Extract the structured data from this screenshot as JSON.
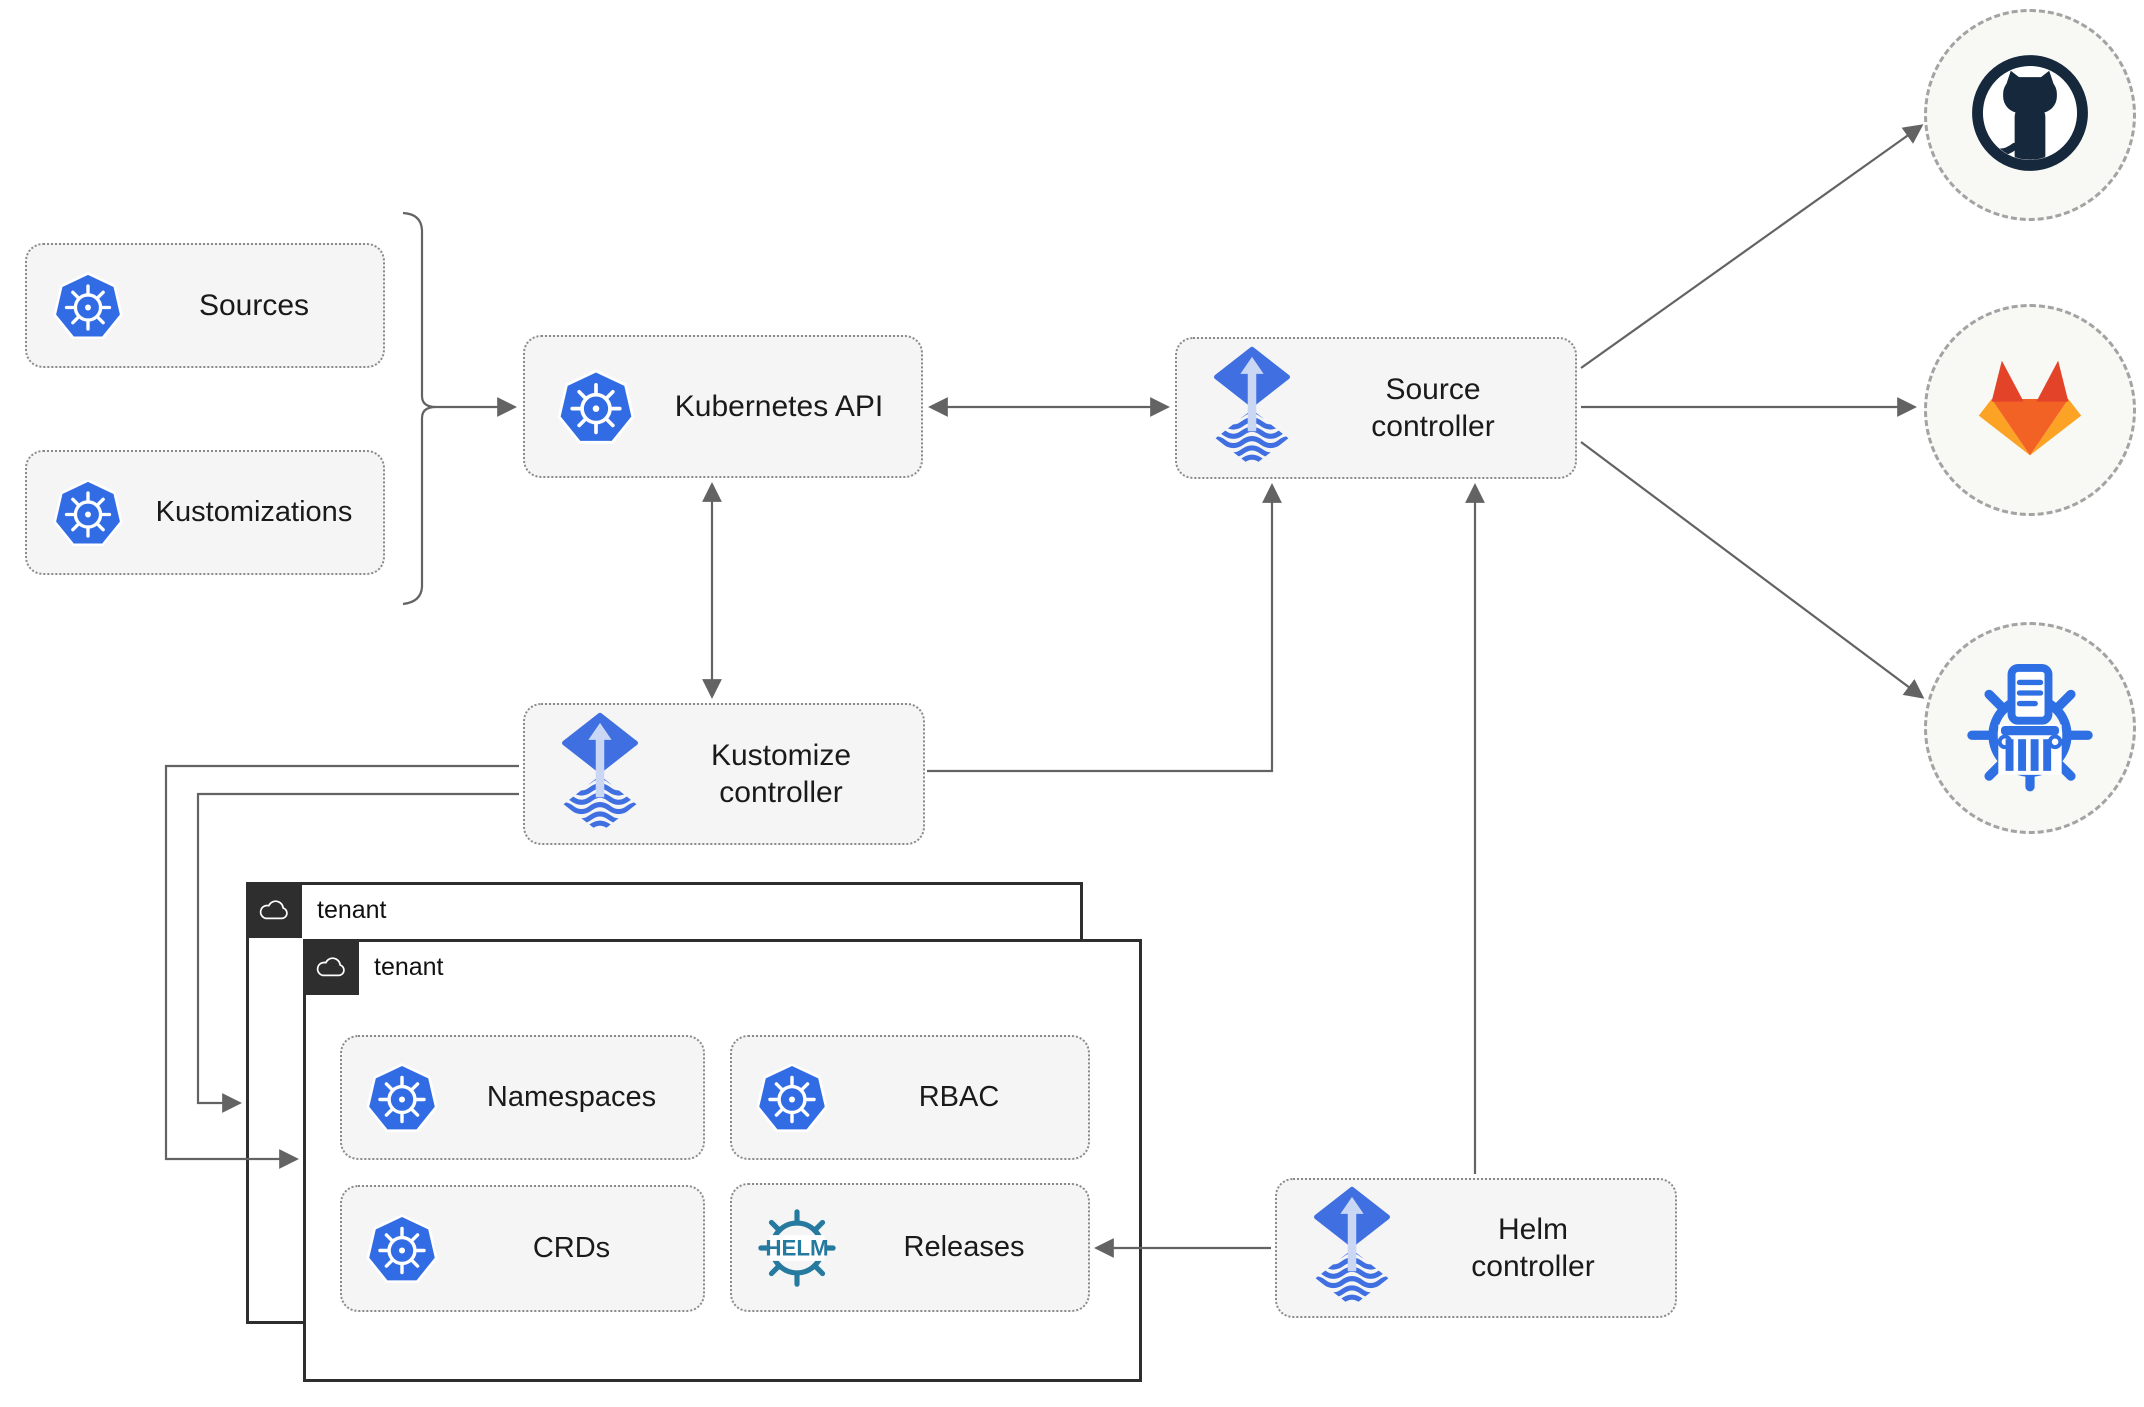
{
  "nodes": {
    "sources": {
      "label": "Sources",
      "icon": "kubernetes-icon"
    },
    "kustomizations": {
      "label": "Kustomizations",
      "icon": "kubernetes-icon"
    },
    "kubernetes_api": {
      "label": "Kubernetes API",
      "icon": "kubernetes-icon"
    },
    "source_controller": {
      "label": "Source controller",
      "icon": "flux-icon"
    },
    "kustomize_controller": {
      "label": "Kustomize controller",
      "icon": "flux-icon"
    },
    "helm_controller": {
      "label": "Helm controller",
      "icon": "flux-icon"
    }
  },
  "tenants": {
    "back": {
      "label": "tenant"
    },
    "front": {
      "label": "tenant"
    }
  },
  "tenant_items": {
    "namespaces": {
      "label": "Namespaces",
      "icon": "kubernetes-icon"
    },
    "rbac": {
      "label": "RBAC",
      "icon": "kubernetes-icon"
    },
    "crds": {
      "label": "CRDs",
      "icon": "kubernetes-icon"
    },
    "releases": {
      "label": "Releases",
      "icon": "helm-icon",
      "icon_text": "HELM"
    }
  },
  "remotes": {
    "github": {
      "icon": "github-icon"
    },
    "gitlab": {
      "icon": "gitlab-icon"
    },
    "helm_repository": {
      "icon": "helm-repository-icon"
    }
  },
  "colors": {
    "k8s-blue": "#326ce5",
    "flux-blue": "#3f6fe0",
    "flux-arrow": "#c9d7f4",
    "helm-teal": "#277a9f",
    "github-dark": "#16283c",
    "gitlab-red": "#e24329",
    "gitlab-orange": "#f16224",
    "gitlab-light": "#fca326",
    "repo-blue": "#2f6fe4",
    "line-gray": "#636363",
    "node-fill": "#f5f5f5",
    "tenant-dark": "#2e2e2e"
  }
}
